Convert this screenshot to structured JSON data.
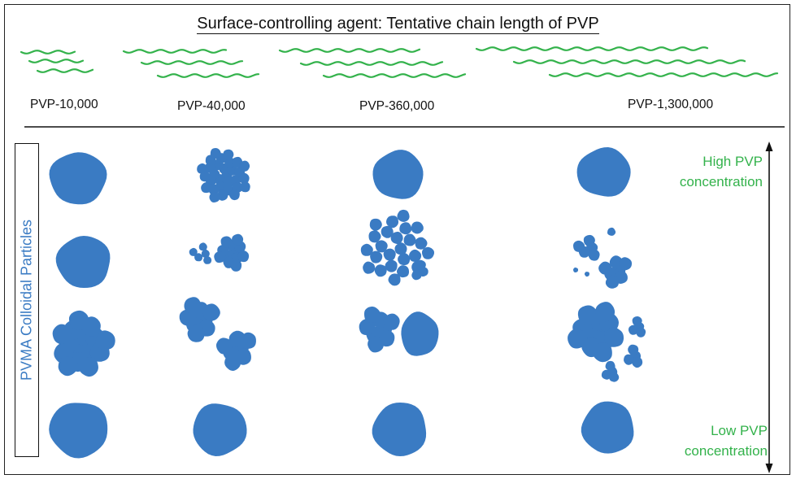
{
  "title": "Surface-controlling agent: Tentative chain length of PVP",
  "columns": [
    {
      "label": "PVP-10,000"
    },
    {
      "label": "PVP-40,000"
    },
    {
      "label": "PVP-360,000"
    },
    {
      "label": "PVP-1,300,000"
    }
  ],
  "side_label": "PVMA Colloidal Particles",
  "high": {
    "line1": "High PVP",
    "line2": "concentration"
  },
  "low": {
    "line1": "Low PVP",
    "line2": "concentration"
  },
  "colors": {
    "particle": "#3a7bc3",
    "chain": "#33b24b",
    "axis": "#111111"
  }
}
